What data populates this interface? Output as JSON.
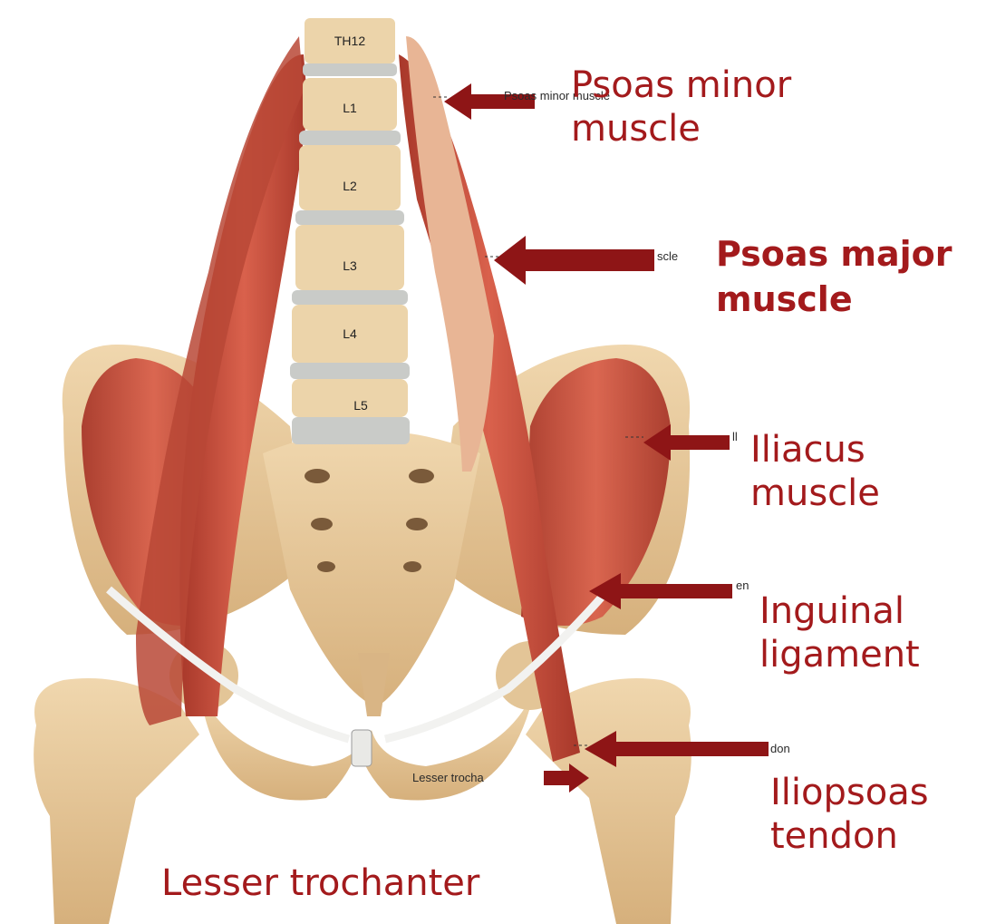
{
  "colors": {
    "label": "#a31a1c",
    "arrow": "#8e1516",
    "muscle": "#c94a3a",
    "bone": "#e6c79c",
    "disc": "#c9cbc8"
  },
  "vertebrae": [
    "TH12",
    "L1",
    "L2",
    "L3",
    "L4",
    "L5"
  ],
  "labels": {
    "psoas_minor": "Psoas minor\nmuscle",
    "psoas_major": "Psoas major\nmuscle",
    "iliacus": "Iliacus\nmuscle",
    "inguinal": "Inguinal\nligament",
    "iliopsoas": "Iliopsoas\ntendon",
    "lesser_trochanter": "Lesser trochanter"
  },
  "original_labels": {
    "psoas_minor": "Psoas minor muscle",
    "psoas_major_fragment": "scle",
    "iliacus_fragment": "ll",
    "inguinal_fragment": "en",
    "iliopsoas_fragment": "don",
    "lesser_trochanter": "Lesser trocha"
  }
}
